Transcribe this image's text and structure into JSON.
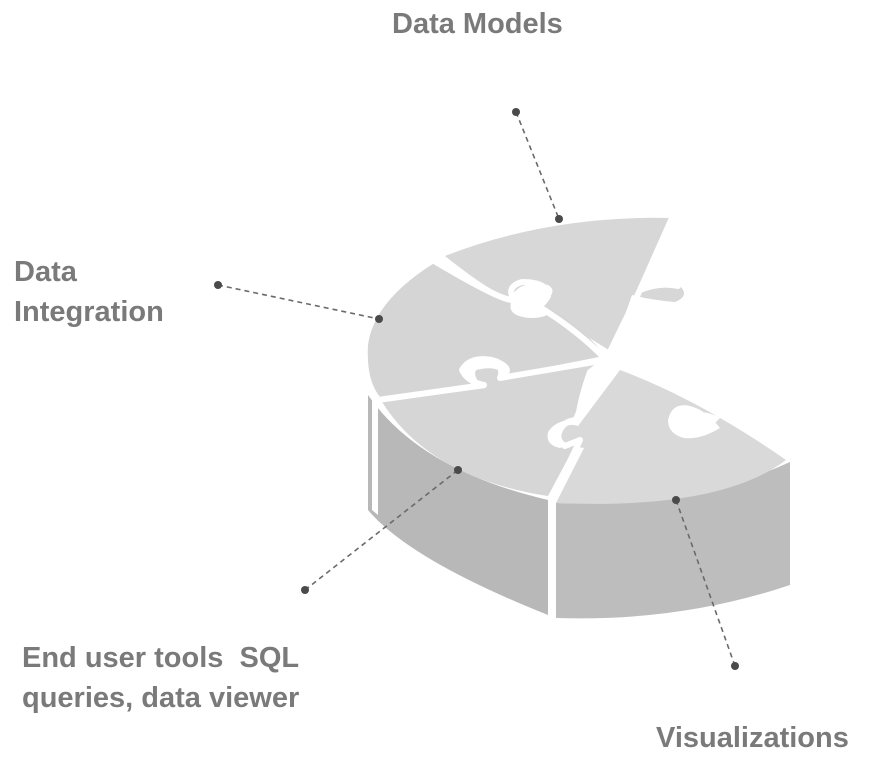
{
  "labels": {
    "data_models": [
      "Data Models"
    ],
    "data_integration": [
      "Data",
      "Integration"
    ],
    "end_user_tools": [
      "End user tools  SQL",
      "queries, data viewer"
    ],
    "visualizations": [
      "Visualizations"
    ]
  },
  "colors": {
    "label_text": "#7a7a7a",
    "puzzle_top": "#d9d9d9",
    "puzzle_side": "#bcbcbc",
    "puzzle_side_dark": "#b2b2b2",
    "seam": "#ffffff",
    "leader_line": "#555555",
    "dot": "#4a4a4a"
  },
  "icons": [
    "puzzle-pie-3d"
  ]
}
